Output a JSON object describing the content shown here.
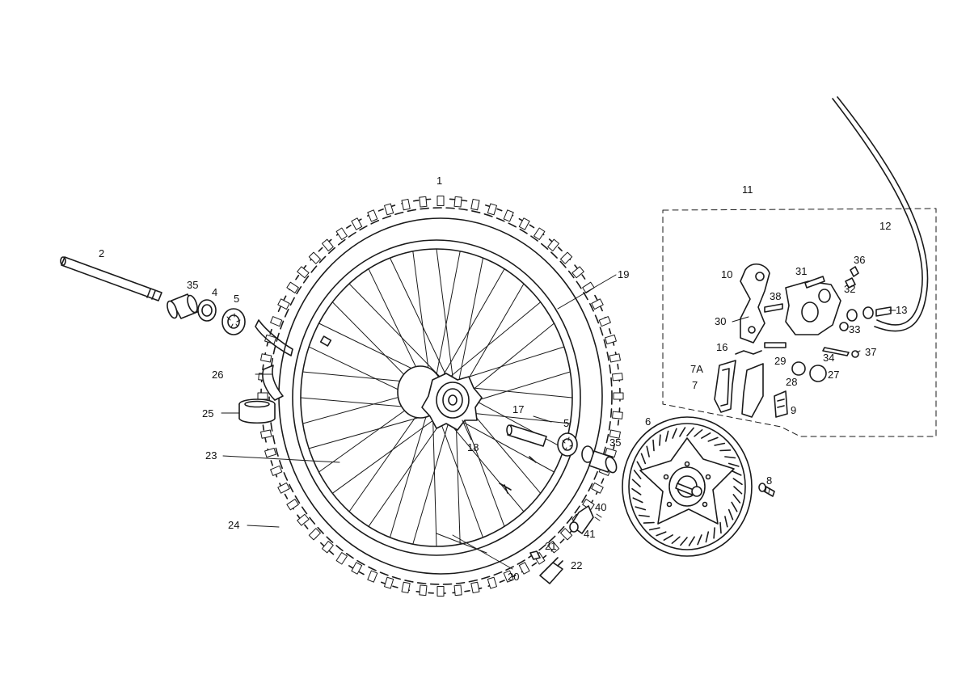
{
  "callouts": {
    "p1": "1",
    "p2": "2",
    "p4": "4",
    "p5a": "5",
    "p5b": "5",
    "p6": "6",
    "p7": "7",
    "p7a": "7A",
    "p8": "8",
    "p9": "9",
    "p10": "10",
    "p11": "11",
    "p12": "12",
    "p13": "13",
    "p16": "16",
    "p17": "17",
    "p18": "18",
    "p19": "19",
    "p20": "20",
    "p21": "21",
    "p22": "22",
    "p23": "23",
    "p24": "24",
    "p25": "25",
    "p26": "26",
    "p27": "27",
    "p28": "28",
    "p29": "29",
    "p30": "30",
    "p31": "31",
    "p32": "32",
    "p33": "33",
    "p34": "34",
    "p35a": "35",
    "p35b": "35",
    "p36": "36",
    "p37": "37",
    "p38": "38",
    "p40": "40",
    "p41": "41"
  }
}
